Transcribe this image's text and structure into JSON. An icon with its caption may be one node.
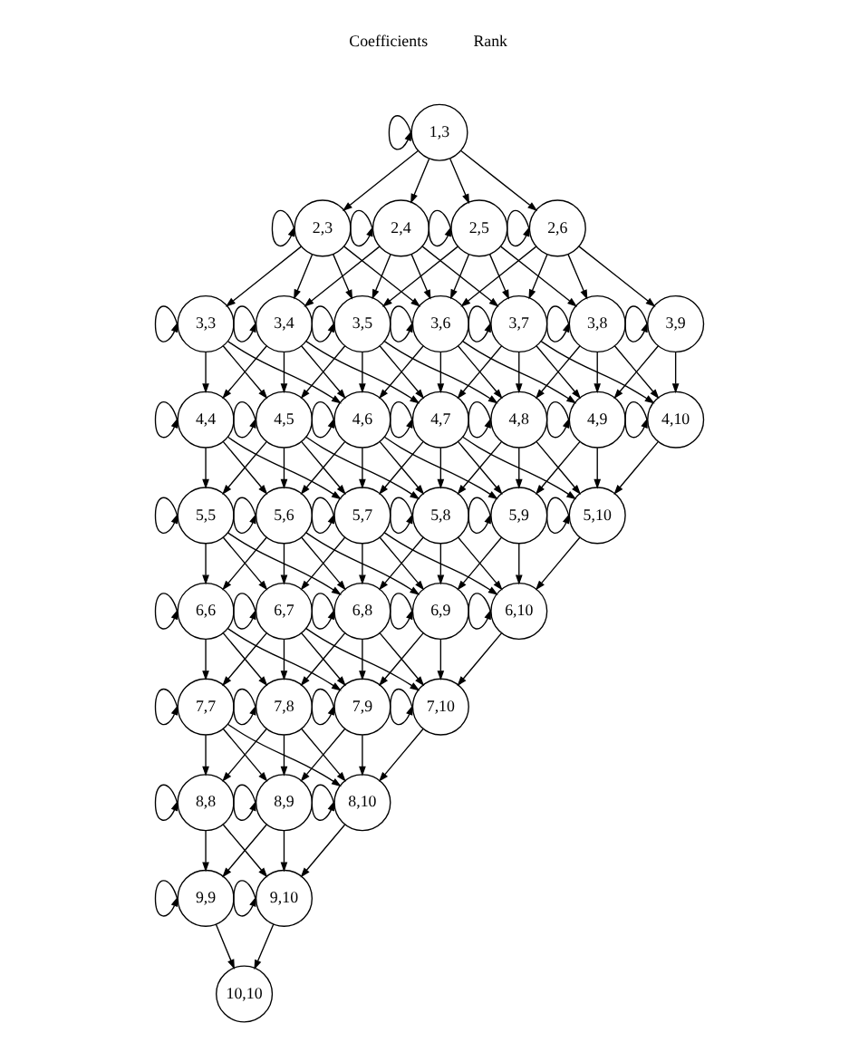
{
  "diagram": {
    "nodes": [
      {
        "text": [
          "1,3"
        ]
      },
      {
        "text": [
          "2,3"
        ]
      },
      {
        "text": [
          "2,4"
        ]
      },
      {
        "text": [
          "2,5"
        ]
      },
      {
        "text": [
          "2,6"
        ]
      },
      {
        "text": [
          "3,3"
        ]
      },
      {
        "text": [
          "3,4"
        ]
      },
      {
        "text": [
          "3,5"
        ]
      },
      {
        "text": [
          "3,6"
        ]
      },
      {
        "text": [
          "3,7"
        ]
      },
      {
        "text": [
          "3,8"
        ]
      },
      {
        "text": [
          "3,9"
        ]
      },
      {
        "text": [
          "4,4"
        ]
      },
      {
        "text": [
          "4,5"
        ]
      },
      {
        "text": [
          "4,6"
        ]
      },
      {
        "text": [
          "4,7"
        ]
      },
      {
        "text": [
          "4,8"
        ]
      },
      {
        "text": [
          "4,9"
        ]
      },
      {
        "text": [
          "4,10"
        ]
      },
      {
        "text": [
          "5,5"
        ]
      },
      {
        "text": [
          "5,6"
        ]
      },
      {
        "text": [
          "5,7"
        ]
      },
      {
        "text": [
          "5,8"
        ]
      },
      {
        "text": [
          "5,9"
        ]
      },
      {
        "text": [
          "5,10"
        ]
      },
      {
        "text": [
          "6,6"
        ]
      },
      {
        "text": [
          "6,7"
        ]
      },
      {
        "text": [
          "6,8"
        ]
      },
      {
        "text": [
          "6,9"
        ]
      },
      {
        "text": [
          "6,10"
        ]
      },
      {
        "text": [
          "7,7"
        ]
      },
      {
        "text": [
          "7,8"
        ]
      },
      {
        "text": [
          "7,9"
        ]
      },
      {
        "text": [
          "7,10"
        ]
      },
      {
        "text": [
          "8,8"
        ]
      },
      {
        "text": [
          "8,9"
        ]
      },
      {
        "text": [
          "8,10"
        ]
      },
      {
        "text": [
          "9,9"
        ]
      },
      {
        "text": [
          "9,10"
        ]
      },
      {
        "text": [
          "10,10"
        ]
      }
    ],
    "edges": [
      {
        "from": 0,
        "to": 0,
        "arrow": "to"
      },
      {
        "from": 0,
        "to": 1,
        "arrow": "to"
      },
      {
        "from": 0,
        "to": 2,
        "arrow": "to"
      },
      {
        "from": 0,
        "to": 3,
        "arrow": "to"
      },
      {
        "from": 0,
        "to": 4,
        "arrow": "to"
      },
      {
        "from": 1,
        "to": 1,
        "arrow": "to"
      },
      {
        "from": 1,
        "to": 5,
        "arrow": "to"
      },
      {
        "from": 1,
        "to": 6,
        "arrow": "to"
      },
      {
        "from": 1,
        "to": 7,
        "arrow": "to"
      },
      {
        "from": 1,
        "to": 8,
        "arrow": "to"
      },
      {
        "from": 2,
        "to": 2,
        "arrow": "to"
      },
      {
        "from": 2,
        "to": 6,
        "arrow": "to"
      },
      {
        "from": 2,
        "to": 7,
        "arrow": "to"
      },
      {
        "from": 2,
        "to": 8,
        "arrow": "to"
      },
      {
        "from": 2,
        "to": 9,
        "arrow": "to"
      },
      {
        "from": 3,
        "to": 3,
        "arrow": "to"
      },
      {
        "from": 3,
        "to": 7,
        "arrow": "to"
      },
      {
        "from": 3,
        "to": 8,
        "arrow": "to"
      },
      {
        "from": 3,
        "to": 9,
        "arrow": "to"
      },
      {
        "from": 3,
        "to": 10,
        "arrow": "to"
      },
      {
        "from": 4,
        "to": 4,
        "arrow": "to"
      },
      {
        "from": 4,
        "to": 8,
        "arrow": "to"
      },
      {
        "from": 4,
        "to": 9,
        "arrow": "to"
      },
      {
        "from": 4,
        "to": 10,
        "arrow": "to"
      },
      {
        "from": 4,
        "to": 11,
        "arrow": "to"
      },
      {
        "from": 5,
        "to": 5,
        "arrow": "to"
      },
      {
        "from": 5,
        "to": 12,
        "arrow": "to"
      },
      {
        "from": 5,
        "to": 13,
        "arrow": "to"
      },
      {
        "from": 5,
        "to": 14,
        "arrow": "to"
      },
      {
        "from": 6,
        "to": 6,
        "arrow": "to"
      },
      {
        "from": 6,
        "to": 12,
        "arrow": "to"
      },
      {
        "from": 6,
        "to": 13,
        "arrow": "to"
      },
      {
        "from": 6,
        "to": 14,
        "arrow": "to"
      },
      {
        "from": 6,
        "to": 15,
        "arrow": "to"
      },
      {
        "from": 7,
        "to": 7,
        "arrow": "to"
      },
      {
        "from": 7,
        "to": 13,
        "arrow": "to"
      },
      {
        "from": 7,
        "to": 14,
        "arrow": "to"
      },
      {
        "from": 7,
        "to": 15,
        "arrow": "to"
      },
      {
        "from": 7,
        "to": 16,
        "arrow": "to"
      },
      {
        "from": 8,
        "to": 8,
        "arrow": "to"
      },
      {
        "from": 8,
        "to": 14,
        "arrow": "to"
      },
      {
        "from": 8,
        "to": 15,
        "arrow": "to"
      },
      {
        "from": 8,
        "to": 16,
        "arrow": "to"
      },
      {
        "from": 8,
        "to": 17,
        "arrow": "to"
      },
      {
        "from": 9,
        "to": 9,
        "arrow": "to"
      },
      {
        "from": 9,
        "to": 15,
        "arrow": "to"
      },
      {
        "from": 9,
        "to": 16,
        "arrow": "to"
      },
      {
        "from": 9,
        "to": 17,
        "arrow": "to"
      },
      {
        "from": 9,
        "to": 18,
        "arrow": "to"
      },
      {
        "from": 10,
        "to": 10,
        "arrow": "to"
      },
      {
        "from": 10,
        "to": 16,
        "arrow": "to"
      },
      {
        "from": 10,
        "to": 17,
        "arrow": "to"
      },
      {
        "from": 10,
        "to": 18,
        "arrow": "to"
      },
      {
        "from": 11,
        "to": 11,
        "arrow": "to"
      },
      {
        "from": 11,
        "to": 17,
        "arrow": "to"
      },
      {
        "from": 11,
        "to": 18,
        "arrow": "to"
      },
      {
        "from": 12,
        "to": 12,
        "arrow": "to"
      },
      {
        "from": 12,
        "to": 19,
        "arrow": "to"
      },
      {
        "from": 12,
        "to": 20,
        "arrow": "to"
      },
      {
        "from": 12,
        "to": 21,
        "arrow": "to"
      },
      {
        "from": 13,
        "to": 13,
        "arrow": "to"
      },
      {
        "from": 13,
        "to": 19,
        "arrow": "to"
      },
      {
        "from": 13,
        "to": 20,
        "arrow": "to"
      },
      {
        "from": 13,
        "to": 21,
        "arrow": "to"
      },
      {
        "from": 13,
        "to": 22,
        "arrow": "to"
      },
      {
        "from": 14,
        "to": 14,
        "arrow": "to"
      },
      {
        "from": 14,
        "to": 20,
        "arrow": "to"
      },
      {
        "from": 14,
        "to": 21,
        "arrow": "to"
      },
      {
        "from": 14,
        "to": 22,
        "arrow": "to"
      },
      {
        "from": 14,
        "to": 23,
        "arrow": "to"
      },
      {
        "from": 15,
        "to": 15,
        "arrow": "to"
      },
      {
        "from": 15,
        "to": 21,
        "arrow": "to"
      },
      {
        "from": 15,
        "to": 22,
        "arrow": "to"
      },
      {
        "from": 15,
        "to": 23,
        "arrow": "to"
      },
      {
        "from": 15,
        "to": 24,
        "arrow": "to"
      },
      {
        "from": 16,
        "to": 16,
        "arrow": "to"
      },
      {
        "from": 16,
        "to": 22,
        "arrow": "to"
      },
      {
        "from": 16,
        "to": 23,
        "arrow": "to"
      },
      {
        "from": 16,
        "to": 24,
        "arrow": "to"
      },
      {
        "from": 17,
        "to": 17,
        "arrow": "to"
      },
      {
        "from": 17,
        "to": 23,
        "arrow": "to"
      },
      {
        "from": 17,
        "to": 24,
        "arrow": "to"
      },
      {
        "from": 18,
        "to": 18,
        "arrow": "to"
      },
      {
        "from": 18,
        "to": 24,
        "arrow": "to"
      },
      {
        "from": 19,
        "to": 19,
        "arrow": "to"
      },
      {
        "from": 19,
        "to": 25,
        "arrow": "to"
      },
      {
        "from": 19,
        "to": 26,
        "arrow": "to"
      },
      {
        "from": 19,
        "to": 27,
        "arrow": "to"
      },
      {
        "from": 20,
        "to": 20,
        "arrow": "to"
      },
      {
        "from": 20,
        "to": 25,
        "arrow": "to"
      },
      {
        "from": 20,
        "to": 26,
        "arrow": "to"
      },
      {
        "from": 20,
        "to": 27,
        "arrow": "to"
      },
      {
        "from": 20,
        "to": 28,
        "arrow": "to"
      },
      {
        "from": 21,
        "to": 21,
        "arrow": "to"
      },
      {
        "from": 21,
        "to": 26,
        "arrow": "to"
      },
      {
        "from": 21,
        "to": 27,
        "arrow": "to"
      },
      {
        "from": 21,
        "to": 28,
        "arrow": "to"
      },
      {
        "from": 21,
        "to": 29,
        "arrow": "to"
      },
      {
        "from": 22,
        "to": 22,
        "arrow": "to"
      },
      {
        "from": 22,
        "to": 27,
        "arrow": "to"
      },
      {
        "from": 22,
        "to": 28,
        "arrow": "to"
      },
      {
        "from": 22,
        "to": 29,
        "arrow": "to"
      },
      {
        "from": 23,
        "to": 23,
        "arrow": "to"
      },
      {
        "from": 23,
        "to": 28,
        "arrow": "to"
      },
      {
        "from": 23,
        "to": 29,
        "arrow": "to"
      },
      {
        "from": 24,
        "to": 24,
        "arrow": "to"
      },
      {
        "from": 24,
        "to": 29,
        "arrow": "to"
      },
      {
        "from": 25,
        "to": 25,
        "arrow": "to"
      },
      {
        "from": 25,
        "to": 30,
        "arrow": "to"
      },
      {
        "from": 25,
        "to": 31,
        "arrow": "to"
      },
      {
        "from": 25,
        "to": 32,
        "arrow": "to"
      },
      {
        "from": 26,
        "to": 26,
        "arrow": "to"
      },
      {
        "from": 26,
        "to": 30,
        "arrow": "to"
      },
      {
        "from": 26,
        "to": 31,
        "arrow": "to"
      },
      {
        "from": 26,
        "to": 32,
        "arrow": "to"
      },
      {
        "from": 26,
        "to": 33,
        "arrow": "to"
      },
      {
        "from": 27,
        "to": 27,
        "arrow": "to"
      },
      {
        "from": 27,
        "to": 31,
        "arrow": "to"
      },
      {
        "from": 27,
        "to": 32,
        "arrow": "to"
      },
      {
        "from": 27,
        "to": 33,
        "arrow": "to"
      },
      {
        "from": 28,
        "to": 28,
        "arrow": "to"
      },
      {
        "from": 28,
        "to": 32,
        "arrow": "to"
      },
      {
        "from": 28,
        "to": 33,
        "arrow": "to"
      },
      {
        "from": 29,
        "to": 29,
        "arrow": "to"
      },
      {
        "from": 29,
        "to": 33,
        "arrow": "to"
      },
      {
        "from": 30,
        "to": 30,
        "arrow": "to"
      },
      {
        "from": 30,
        "to": 34,
        "arrow": "to"
      },
      {
        "from": 30,
        "to": 35,
        "arrow": "to"
      },
      {
        "from": 30,
        "to": 36,
        "arrow": "to"
      },
      {
        "from": 31,
        "to": 31,
        "arrow": "to"
      },
      {
        "from": 31,
        "to": 34,
        "arrow": "to"
      },
      {
        "from": 31,
        "to": 35,
        "arrow": "to"
      },
      {
        "from": 31,
        "to": 36,
        "arrow": "to"
      },
      {
        "from": 32,
        "to": 32,
        "arrow": "to"
      },
      {
        "from": 32,
        "to": 35,
        "arrow": "to"
      },
      {
        "from": 32,
        "to": 36,
        "arrow": "to"
      },
      {
        "from": 33,
        "to": 33,
        "arrow": "to"
      },
      {
        "from": 33,
        "to": 36,
        "arrow": "to"
      },
      {
        "from": 34,
        "to": 34,
        "arrow": "to"
      },
      {
        "from": 34,
        "to": 37,
        "arrow": "to"
      },
      {
        "from": 34,
        "to": 38,
        "arrow": "to"
      },
      {
        "from": 35,
        "to": 35,
        "arrow": "to"
      },
      {
        "from": 35,
        "to": 37,
        "arrow": "to"
      },
      {
        "from": 35,
        "to": 38,
        "arrow": "to"
      },
      {
        "from": 36,
        "to": 36,
        "arrow": "to"
      },
      {
        "from": 36,
        "to": 38,
        "arrow": "to"
      },
      {
        "from": 37,
        "to": 37,
        "arrow": "to"
      },
      {
        "from": 37,
        "to": 39,
        "arrow": "to"
      },
      {
        "from": 38,
        "to": 38,
        "arrow": "to"
      },
      {
        "from": 38,
        "to": 39,
        "arrow": "to"
      }
    ],
    "labels": [
      "Coefficients",
      "Rank"
    ]
  }
}
